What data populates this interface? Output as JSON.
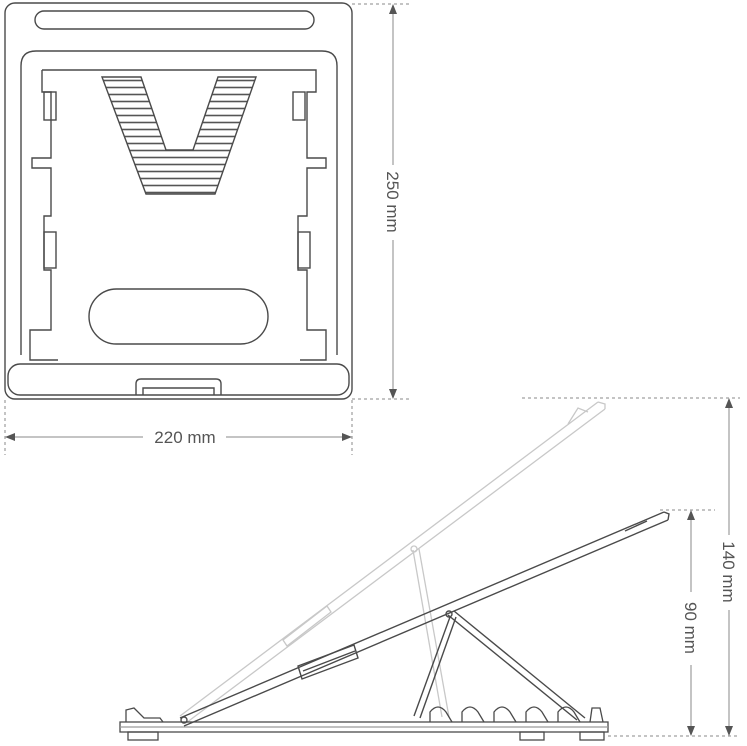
{
  "dimensions": {
    "width_label": "220 mm",
    "height_label": "250 mm",
    "max_height_label": "140 mm",
    "min_height_label": "90 mm"
  },
  "colors": {
    "outline": "#4a4a4a",
    "faded": "#c8c8c8",
    "dimension": "#8a8a8a"
  }
}
